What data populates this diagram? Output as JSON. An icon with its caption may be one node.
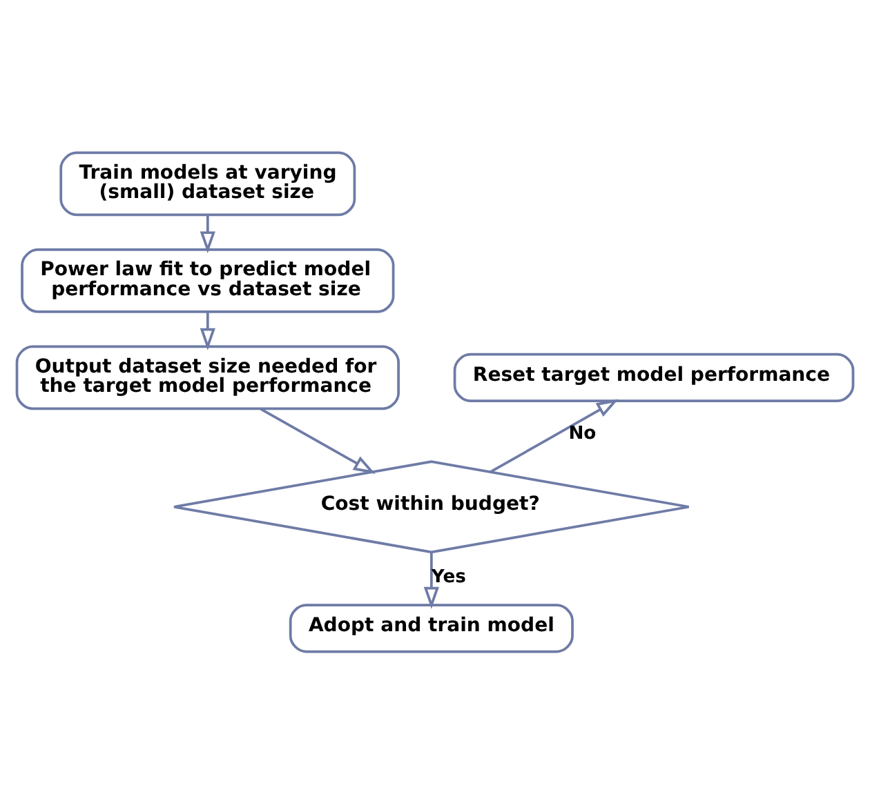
{
  "diagram": {
    "nodes": [
      {
        "text": [
          "Train models at varying (small) dataset size"
        ]
      },
      {
        "text": [
          "Power law fit to predict model performance vs dataset size"
        ]
      },
      {
        "text": [
          "Output dataset size needed for the target model performance"
        ]
      },
      {
        "text": [
          "Reset target model performance"
        ]
      },
      {
        "text": [
          "Cost within budget?"
        ]
      },
      {
        "text": [
          "Adopt and train model"
        ]
      }
    ],
    "edges": [
      {
        "from": 0,
        "to": 1,
        "arrow": "to"
      },
      {
        "from": 1,
        "to": 2,
        "arrow": "to"
      },
      {
        "from": 2,
        "to": 4,
        "arrow": "to"
      },
      {
        "from": 4,
        "to": 3,
        "arrow": "to",
        "label": "No"
      },
      {
        "from": 4,
        "to": 5,
        "arrow": "to",
        "label": "Yes"
      }
    ]
  }
}
